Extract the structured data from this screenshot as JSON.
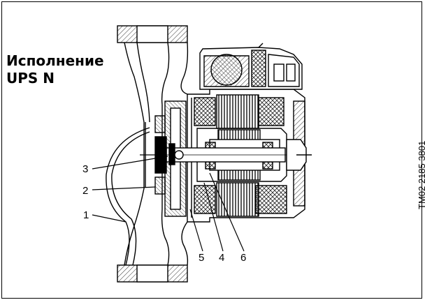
{
  "title": {
    "line1": "Исполнение",
    "line2": "UPS N"
  },
  "callouts": [
    "1",
    "2",
    "3",
    "4",
    "5",
    "6"
  ],
  "doc_code": "TM02 2185 3801",
  "colors": {
    "ink": "#000000",
    "paper": "#ffffff",
    "hatch": "#555555"
  }
}
